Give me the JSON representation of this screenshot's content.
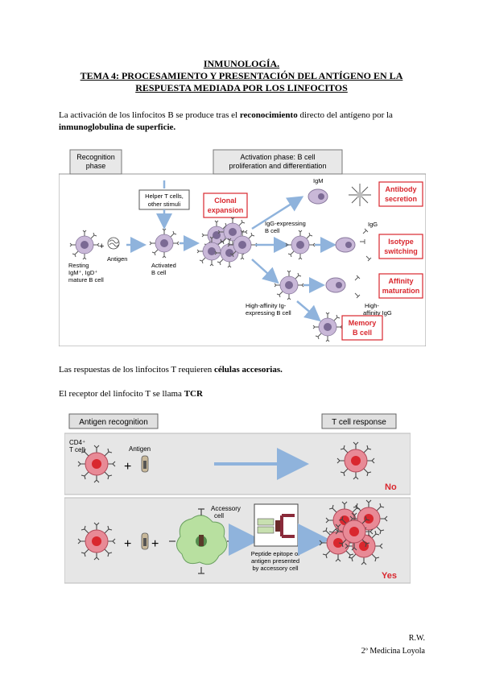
{
  "title": {
    "line1": "INMUNOLOGÍA.",
    "line2": "TEMA 4: PROCESAMIENTO Y PRESENTACIÓN DEL ANTÍGENO EN LA",
    "line3": "RESPUESTA MEDIADA POR LOS LINFOCITOS"
  },
  "para1": {
    "a": "La activación de los linfocitos B se produce tras el ",
    "b": "reconocimiento",
    "c": " directo del antígeno por la ",
    "d": "inmunoglobulina de superficie."
  },
  "fig1": {
    "phase1": [
      "Recognition",
      "phase"
    ],
    "phase2": [
      "Activation phase: B cell",
      "proliferation and differentiation"
    ],
    "helper": [
      "Helper T cells,",
      "other stimuli"
    ],
    "clonal": [
      "Clonal",
      "expansion"
    ],
    "antibody": [
      "Antibody",
      "secretion"
    ],
    "isotype": [
      "Isotype",
      "switching"
    ],
    "affinity": [
      "Affinity",
      "maturation"
    ],
    "memory": [
      "Memory",
      "B cell"
    ],
    "resting": [
      "Resting",
      "IgM⁺, IgD⁺",
      "mature B cell"
    ],
    "antigen": "Antigen",
    "activated": [
      "Activated",
      "B cell"
    ],
    "igm": "IgM",
    "igg_expr": [
      "IgG-expressing",
      "B cell"
    ],
    "igg": "IgG",
    "highaff_b": [
      "High-affinity Ig-",
      "expressing B cell"
    ],
    "highaff_igg": [
      "High-",
      "affinity IgG"
    ],
    "plus": "+"
  },
  "para2": {
    "a": "Las respuestas de los linfocitos T requieren ",
    "b": "células accesorias."
  },
  "para3": {
    "a": "El receptor del linfocito T se llama ",
    "b": "TCR"
  },
  "fig2": {
    "header_left": "Antigen recognition",
    "header_right": "T cell response",
    "cd4": [
      "CD4⁺",
      "T cell"
    ],
    "antigen": "Antigen",
    "no": "No",
    "yes": "Yes",
    "accessory": [
      "Accessory",
      "cell"
    ],
    "peptide": [
      "Peptide epitope of",
      "antigen presented",
      "by accessory cell"
    ],
    "plus": "+"
  },
  "footer": {
    "author": "R.W.",
    "course": "2º Medicina Loyola"
  },
  "colors": {
    "red": "#d9272e",
    "blue_arrow": "#8fb3dc",
    "cell_lavender": "#c9b8d8",
    "tcell_pink": "#e88a96",
    "accessory_green": "#b8e0a0",
    "panel_gray": "#e6e6e6"
  }
}
